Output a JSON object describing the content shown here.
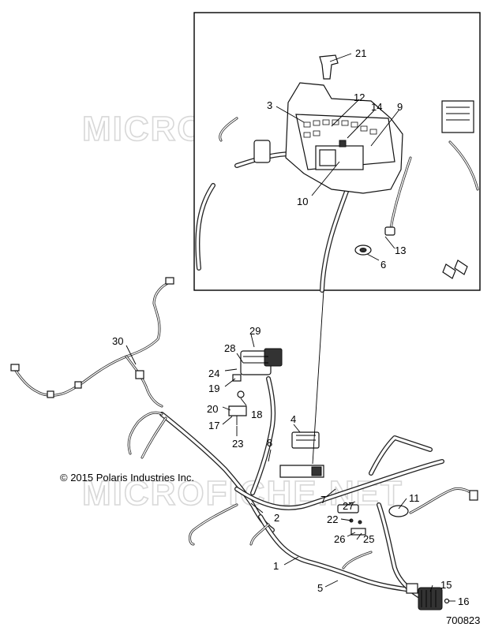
{
  "watermark": "MICROFICHE.NET",
  "copyright": "© 2015 Polaris Industries Inc.",
  "figure_number": "700823",
  "callouts": [
    "21",
    "12",
    "14",
    "3",
    "9",
    "10",
    "13",
    "6",
    "30",
    "29",
    "28",
    "24",
    "19",
    "20",
    "18",
    "17",
    "23",
    "4",
    "8",
    "7",
    "27",
    "11",
    "2",
    "22",
    "26",
    "25",
    "1",
    "5",
    "15",
    "16"
  ]
}
